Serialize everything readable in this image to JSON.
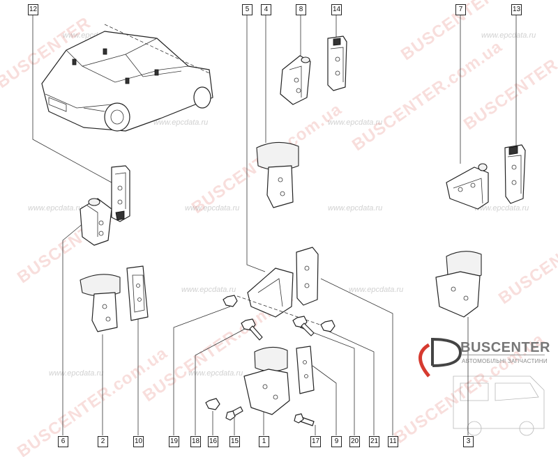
{
  "watermarks": {
    "brand_diagonal": "BUSCENTER",
    "brand_domain": "BUSCENTER.com.ua",
    "site": "www.epcdata.ru",
    "site_short": "www.epcdata.ru"
  },
  "logo": {
    "name": "BUSCENTER",
    "tagline": "АВТОМОБІЛЬНІ ЗАПЧАСТИНИ",
    "accent_color": "#d63a2f"
  },
  "callouts": {
    "c1": "1",
    "c2": "2",
    "c3": "3",
    "c4": "4",
    "c5": "5",
    "c6": "6",
    "c7": "7",
    "c8": "8",
    "c9": "9",
    "c10": "10",
    "c11": "11",
    "c12": "12",
    "c13": "13",
    "c14": "14",
    "c15": "15",
    "c16": "16",
    "c17": "17",
    "c18": "18",
    "c19": "19",
    "c20": "20",
    "c21": "21"
  }
}
